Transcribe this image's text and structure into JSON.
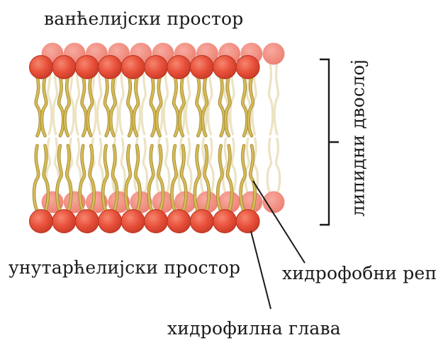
{
  "labels": {
    "extracellular": "ванћелијски простор",
    "intracellular": "унутарћелијски простор",
    "lipid_bilayer": "липидни двослој",
    "hydrophobic_tail": "хидрофобни реп",
    "hydrophilic_head": "хидрофилна глава"
  },
  "colors": {
    "head_front": "#e8503a",
    "head_back": "#f0877a",
    "tail_front": "#d7bb55",
    "tail_back": "#ece3c3",
    "line": "#1a1a1a"
  },
  "structure": {
    "front_heads_per_row": 10,
    "back_heads_per_row": 11
  }
}
